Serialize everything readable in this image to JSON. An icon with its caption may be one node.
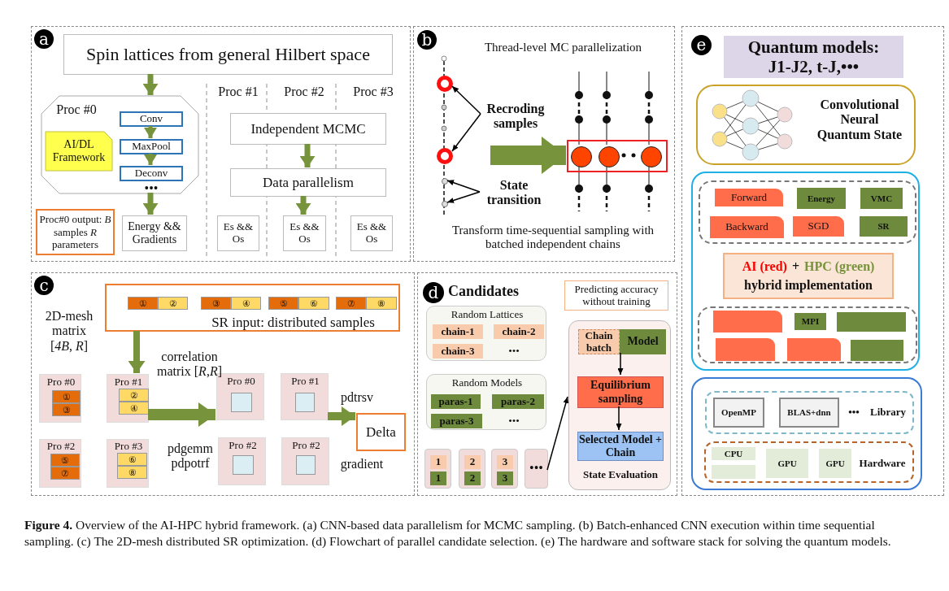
{
  "diagram": {
    "caption": "**Figure 4.** Overview of the AI-HPC hybrid framework. (a) CNN-based data parallelism for MCMC sampling. (b) Batch-enhanced CNN execution within time sequential sampling. (c) The 2D-mesh distributed SR optimization. (d) Flowchart of parallel candidate selection. (e) The hardware and software stack for solving the quantum models.",
    "nodes": [
      {
        "text": [
          "a"
        ]
      },
      {
        "text": [
          "Spin lattices from general Hilbert space"
        ],
        "in": 0
      },
      {
        "text": [
          "Proc #0",
          "•••"
        ],
        "in": 0
      },
      {
        "text": [
          "AI/DL Framework"
        ],
        "in": 2
      },
      {
        "text": [
          "Conv"
        ],
        "in": 2
      },
      {
        "text": [
          "MaxPool"
        ],
        "in": 2
      },
      {
        "text": [
          "Deconv"
        ],
        "in": 2
      },
      {
        "text": [
          "Proc#0 output: *B* samples *R* parameters"
        ],
        "in": 0
      },
      {
        "text": [
          "Energy && Gradients"
        ],
        "in": 0
      },
      {
        "text": [
          "Independent MCMC"
        ],
        "in": 0
      },
      {
        "text": [
          "Data parallelism"
        ],
        "in": 0
      },
      {
        "text": [
          "Es && Os"
        ],
        "in": 0
      },
      {
        "text": [
          "Es && Os"
        ],
        "in": 0
      },
      {
        "text": [
          "Es && Os"
        ],
        "in": 0
      },
      {
        "text": [
          "b"
        ]
      },
      {
        "text": [
          "Recroding samples"
        ],
        "in": 14
      },
      {
        "text": [],
        "shape": "circle",
        "in": 14
      },
      {
        "text": [],
        "shape": "circle",
        "in": 14
      },
      {
        "text": [
          "State transition"
        ],
        "in": 14
      },
      {
        "text": [],
        "shape": "circle",
        "in": 14
      },
      {
        "text": [],
        "shape": "circle",
        "in": 14
      },
      {
        "text": [],
        "shape": "box",
        "in": 14
      },
      {
        "text": [],
        "shape": "circle",
        "in": 21
      },
      {
        "text": [],
        "shape": "circle",
        "in": 21
      },
      {
        "text": [],
        "shape": "circle",
        "in": 21
      },
      {
        "text": [
          "c"
        ]
      },
      {
        "text": [
          "SR input: distributed samples"
        ],
        "in": 25
      },
      {
        "text": [
          "①"
        ],
        "in": 26
      },
      {
        "text": [
          "②"
        ],
        "in": 26
      },
      {
        "text": [
          "③"
        ],
        "in": 26
      },
      {
        "text": [
          "④"
        ],
        "in": 26
      },
      {
        "text": [
          "⑤"
        ],
        "in": 26
      },
      {
        "text": [
          "⑥"
        ],
        "in": 26
      },
      {
        "text": [
          "⑦"
        ],
        "in": 26
      },
      {
        "text": [
          "⑧"
        ],
        "in": 26
      },
      {
        "text": [
          "Pro #0"
        ],
        "in": 25
      },
      {
        "text": [
          "①"
        ],
        "in": 35
      },
      {
        "text": [
          "③"
        ],
        "in": 35
      },
      {
        "text": [
          "Pro #1"
        ],
        "in": 25
      },
      {
        "text": [
          "②"
        ],
        "in": 38
      },
      {
        "text": [
          "④"
        ],
        "in": 38
      },
      {
        "text": [
          "Pro #2"
        ],
        "in": 25
      },
      {
        "text": [
          "⑤"
        ],
        "in": 41
      },
      {
        "text": [
          "⑦"
        ],
        "in": 41
      },
      {
        "text": [
          "Pro #3"
        ],
        "in": 25
      },
      {
        "text": [
          "⑥"
        ],
        "in": 44
      },
      {
        "text": [
          "⑧"
        ],
        "in": 44
      },
      {
        "text": [
          "Pro #0"
        ],
        "in": 25
      },
      {
        "text": [],
        "shape": "box",
        "in": 47
      },
      {
        "text": [
          "Pro #1"
        ],
        "in": 25
      },
      {
        "text": [],
        "shape": "box",
        "in": 49
      },
      {
        "text": [
          "Pro #2"
        ],
        "in": 25
      },
      {
        "text": [],
        "shape": "box",
        "in": 51
      },
      {
        "text": [
          "Pro #2"
        ],
        "in": 25
      },
      {
        "text": [],
        "shape": "box",
        "in": 53
      },
      {
        "text": [
          "Delta"
        ],
        "in": 25
      },
      {
        "text": [
          "d",
          "Candidates"
        ]
      },
      {
        "text": [
          "Predicting accuracy without training"
        ],
        "in": 56
      },
      {
        "text": [
          "Random Lattices",
          "•••"
        ],
        "in": 56
      },
      {
        "text": [
          "chain-1"
        ],
        "in": 58
      },
      {
        "text": [
          "chain-2"
        ],
        "in": 58
      },
      {
        "text": [
          "chain-3"
        ],
        "in": 58
      },
      {
        "text": [
          "Random Models",
          "•••"
        ],
        "in": 56
      },
      {
        "text": [
          "paras-1"
        ],
        "in": 62
      },
      {
        "text": [
          "paras-2"
        ],
        "in": 62
      },
      {
        "text": [
          "paras-3"
        ],
        "in": 62
      },
      {
        "text": [],
        "shape": "box",
        "in": 56
      },
      {
        "text": [
          "1"
        ],
        "in": 66
      },
      {
        "text": [
          "1"
        ],
        "in": 66
      },
      {
        "text": [],
        "shape": "box",
        "in": 56
      },
      {
        "text": [
          "2"
        ],
        "in": 69
      },
      {
        "text": [
          "2"
        ],
        "in": 69
      },
      {
        "text": [],
        "shape": "box",
        "in": 56
      },
      {
        "text": [
          "3"
        ],
        "in": 72
      },
      {
        "text": [
          "3"
        ],
        "in": 72
      },
      {
        "text": [
          "•••"
        ],
        "in": 56
      },
      {
        "text": [
          "State Evaluation"
        ],
        "in": 56
      },
      {
        "text": [
          "Chain batch"
        ],
        "in": 76
      },
      {
        "text": [
          "Model"
        ],
        "in": 76
      },
      {
        "text": [
          "Equilibrium sampling"
        ],
        "in": 76
      },
      {
        "text": [
          "Selected Model + Chain"
        ],
        "in": 76
      },
      {
        "text": [
          "e"
        ]
      },
      {
        "text": [
          "Quantum models: J1-J2, t-J,•••"
        ],
        "in": 81
      },
      {
        "text": [
          "Convolutional Neural Quantum State"
        ],
        "in": 81
      },
      {
        "text": [],
        "shape": "box",
        "in": 81
      },
      {
        "text": [],
        "shape": "box",
        "in": 84
      },
      {
        "text": [
          "Forward"
        ],
        "in": 85
      },
      {
        "text": [
          "Energy"
        ],
        "in": 85
      },
      {
        "text": [
          "VMC"
        ],
        "in": 85
      },
      {
        "text": [
          "Backward"
        ],
        "in": 85
      },
      {
        "text": [
          "SGD"
        ],
        "in": 85
      },
      {
        "text": [
          "SR"
        ],
        "in": 85
      },
      {
        "text": [
          "AI (red)",
          "+",
          "HPC (green)",
          "hybrid implementation"
        ],
        "in": 84
      },
      {
        "text": [],
        "shape": "box",
        "in": 84
      },
      {
        "text": [],
        "shape": "box",
        "in": 93
      },
      {
        "text": [
          "MPI"
        ],
        "in": 93
      },
      {
        "text": [],
        "shape": "box",
        "in": 93
      },
      {
        "text": [],
        "shape": "box",
        "in": 93
      },
      {
        "text": [],
        "shape": "box",
        "in": 93
      },
      {
        "text": [],
        "shape": "box",
        "in": 93
      },
      {
        "text": [],
        "shape": "box",
        "in": 81
      },
      {
        "text": [
          "•••",
          "Library"
        ],
        "in": 100
      },
      {
        "text": [
          "OpenMP"
        ],
        "in": 101
      },
      {
        "text": [
          "BLAS+dnn"
        ],
        "in": 101
      },
      {
        "text": [
          "Hardware"
        ],
        "in": 100
      },
      {
        "text": [
          "CPU"
        ],
        "in": 104
      },
      {
        "text": [],
        "shape": "box",
        "in": 104
      },
      {
        "text": [
          "GPU"
        ],
        "in": 104
      },
      {
        "text": [
          "GPU"
        ],
        "in": 104
      }
    ],
    "edges": [
      {
        "from": 1,
        "to": 2,
        "arrow": "to"
      },
      {
        "from": 4,
        "to": 5,
        "arrow": "to"
      },
      {
        "from": 5,
        "to": 6,
        "arrow": "to"
      },
      {
        "from": 2,
        "to": 8,
        "arrow": "to"
      },
      {
        "from": 9,
        "to": 10,
        "arrow": "to"
      },
      {
        "from": 10,
        "to": 12,
        "arrow": "to"
      },
      {
        "from": 15,
        "to": 16,
        "arrow": "to",
        "color": "#000000"
      },
      {
        "from": 15,
        "to": 17,
        "arrow": "to",
        "color": "#000000"
      },
      {
        "from": 18,
        "to": 19,
        "arrow": "to",
        "color": "#000000"
      },
      {
        "from": 18,
        "to": 20,
        "arrow": "to",
        "color": "#000000"
      },
      {
        "from": null,
        "to": 21,
        "arrow": "to",
        "style": "thick"
      },
      {
        "from": 26,
        "to": 38,
        "arrow": "to"
      },
      {
        "from": 38,
        "to": 47,
        "arrow": "to",
        "style": "thick"
      },
      {
        "from": 49,
        "to": 55,
        "arrow": "to",
        "style": "thick"
      },
      {
        "from": 75,
        "to": 76,
        "arrow": "to",
        "color": "#000000"
      },
      {
        "from": 78,
        "to": 79,
        "arrow": "to",
        "color": "#000000"
      },
      {
        "from": 79,
        "to": 80,
        "arrow": "to",
        "color": "#000000"
      }
    ],
    "labels": [
      "Proc #1",
      "Proc #2",
      "Proc #3",
      "Thread-level MC parallelization",
      "Transform time-sequential sampling with batched independent chains",
      "2D-mesh matrix [*4B*, *R*]",
      "correlation matrix [*R*,*R*]",
      "pdtrsv",
      "pdgemm pdpotrf",
      "gradient"
    ]
  }
}
